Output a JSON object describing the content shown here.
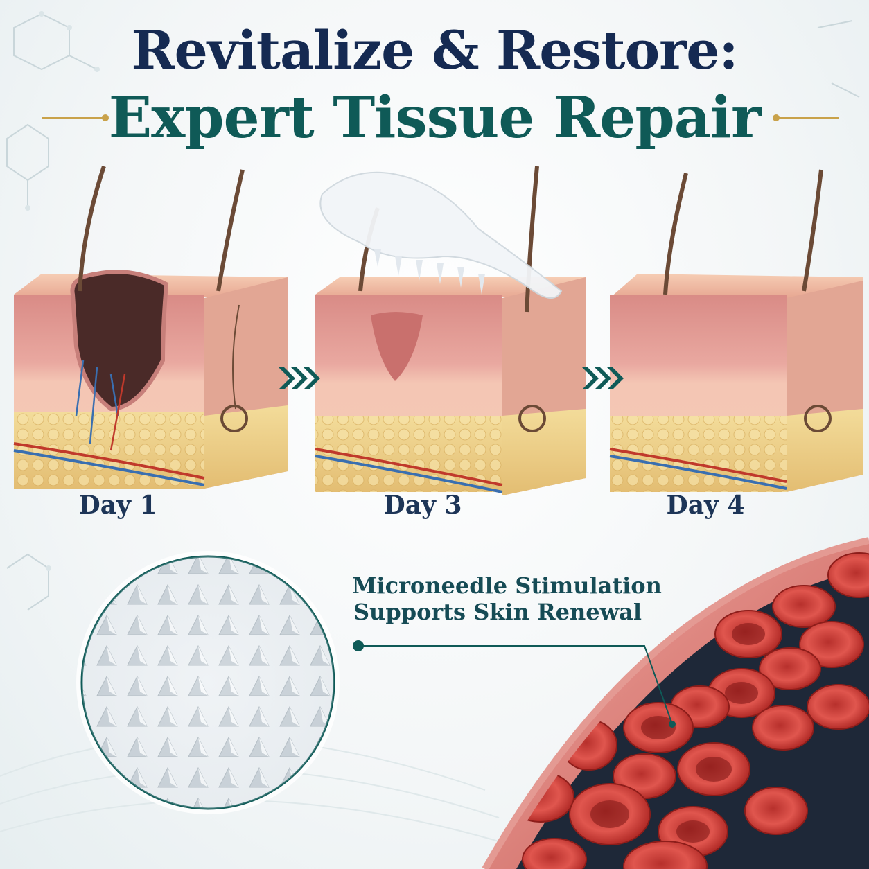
{
  "title": {
    "line1": "Revitalize & Restore:",
    "line2": "Expert Tissue Repair"
  },
  "stages": [
    {
      "label": "Day 1"
    },
    {
      "label": "Day 3"
    },
    {
      "label": "Day 4"
    }
  ],
  "callout": {
    "line1": "Microneedle Stimulation",
    "line2": "Supports Skin Renewal"
  },
  "colors": {
    "navy": "#152a52",
    "teal": "#0f5a57",
    "gold": "#c9a24a",
    "skin": "#f0c0a8",
    "fat": "#efd58d",
    "blood": "#c8302a"
  },
  "icons": [
    "chevron-right-triple-icon",
    "chevron-right-triple-icon"
  ]
}
